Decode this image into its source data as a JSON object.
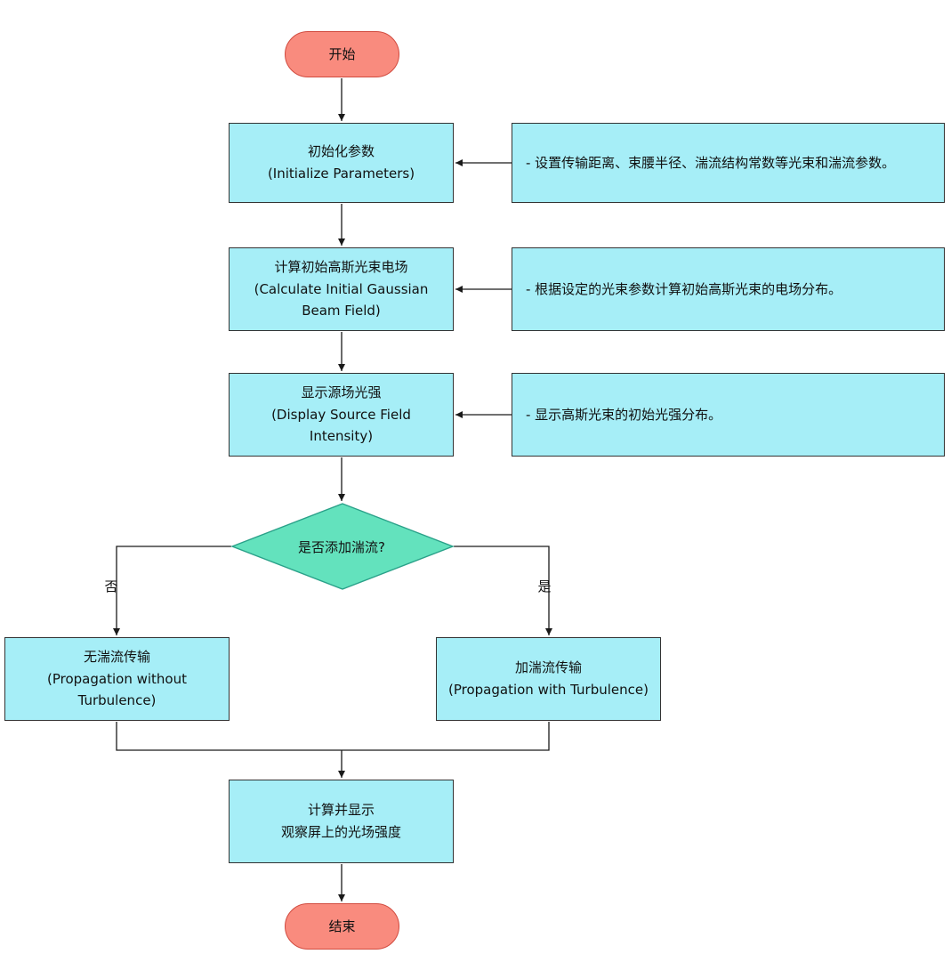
{
  "diagram": {
    "title": "Gaussian beam turbulence propagation flowchart",
    "nodes": {
      "start": "开始",
      "init": "初始化参数\n(Initialize Parameters)",
      "calc": "计算初始高斯光束电场\n(Calculate Initial Gaussian\nBeam Field)",
      "display": "显示源场光强\n(Display Source Field\nIntensity)",
      "decision": "是否添加湍流?",
      "no_branch": "无湍流传输\n(Propagation without\nTurbulence)",
      "yes_branch": "加湍流传输\n(Propagation with Turbulence)",
      "compute": "计算并显示\n观察屏上的光场强度",
      "end": "结束"
    },
    "annotations": {
      "init": "- 设置传输距离、束腰半径、湍流结构常数等光束和湍流参数。",
      "calc": "- 根据设定的光束参数计算初始高斯光束的电场分布。",
      "display": "- 显示高斯光束的初始光强分布。"
    },
    "edge_labels": {
      "no": "否",
      "yes": "是"
    },
    "colors": {
      "terminal_fill": "#F98B7E",
      "terminal_border": "#D14B3F",
      "process_fill": "#A6EEF7",
      "process_border": "#333333",
      "decision_fill": "#63E2BD",
      "decision_border": "#2AA189",
      "line": "#1A1A1A"
    }
  }
}
